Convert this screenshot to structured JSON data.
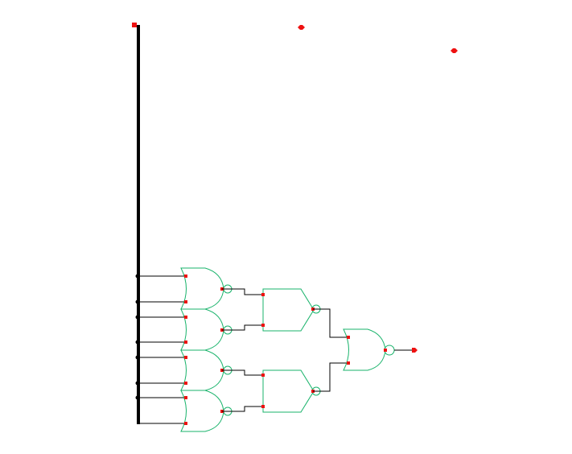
{
  "colors": {
    "background": "#ffffff",
    "gate_stroke": "#19b36b",
    "wire": "#000000",
    "pin": "#ee1111"
  },
  "circuit": {
    "description_components": [
      "bus",
      "nor-gate",
      "nand-gate",
      "nor-gate",
      "output-pin"
    ],
    "stage1": [
      "nor-gate-1",
      "nor-gate-2",
      "nor-gate-3",
      "nor-gate-4"
    ],
    "stage2": [
      "nand-gate-1",
      "nand-gate-2"
    ],
    "stage3": [
      "nor-gate-final"
    ]
  }
}
